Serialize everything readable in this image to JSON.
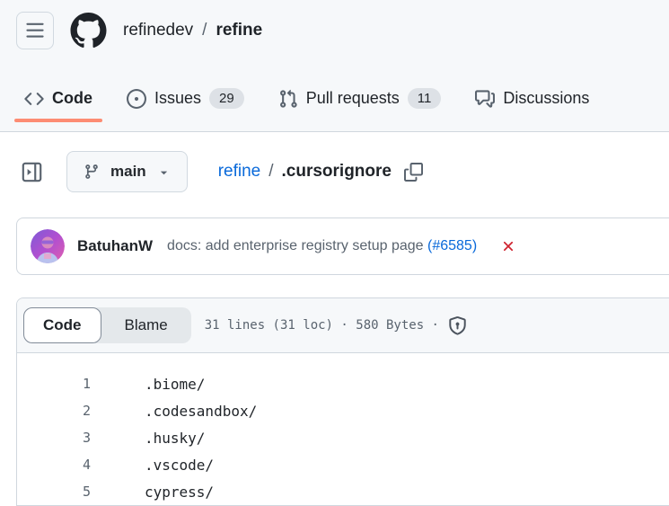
{
  "colors": {
    "header_bg": "#f6f8fa",
    "border": "#d0d7de",
    "text_primary": "#1f2328",
    "text_muted": "#59636e",
    "link_blue": "#0969da",
    "tab_underline_accent": "#fd8c73",
    "check_failed_red": "#cf222e"
  },
  "top_nav": {
    "repo_owner": "refinedev",
    "separator": "/",
    "repo_name": "refine"
  },
  "tabs": {
    "code": {
      "label": "Code"
    },
    "issues": {
      "label": "Issues",
      "count": "29"
    },
    "pull_requests": {
      "label": "Pull requests",
      "count": "11"
    },
    "discussions": {
      "label": "Discussions"
    }
  },
  "file_nav": {
    "branch": "main",
    "breadcrumb_repo": "refine",
    "breadcrumb_separator": "/",
    "breadcrumb_file": ".cursorignore"
  },
  "commit": {
    "author": "BatuhanW",
    "message": "docs: add enterprise registry setup page",
    "pr_reference": "(#6585)",
    "check_status": "failed"
  },
  "file_view": {
    "code_tab": "Code",
    "blame_tab": "Blame",
    "meta": "31 lines (31 loc) · 580 Bytes ·",
    "lines": [
      {
        "number": "1",
        "content": ".biome/"
      },
      {
        "number": "2",
        "content": ".codesandbox/"
      },
      {
        "number": "3",
        "content": ".husky/"
      },
      {
        "number": "4",
        "content": ".vscode/"
      },
      {
        "number": "5",
        "content": "cypress/"
      }
    ]
  }
}
